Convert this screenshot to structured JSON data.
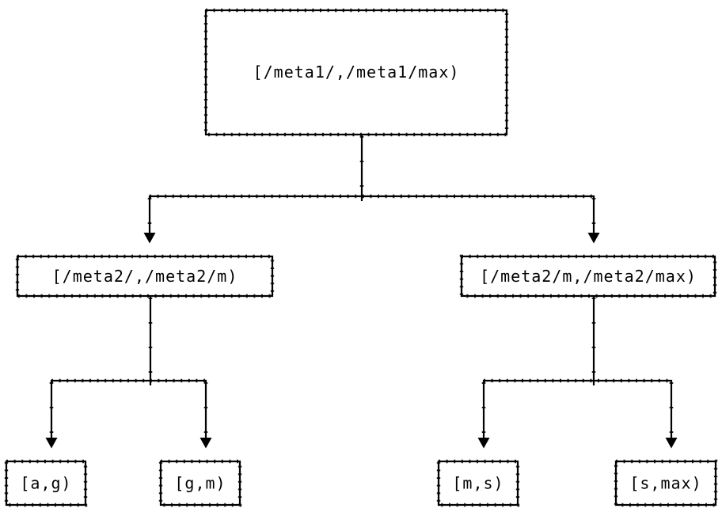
{
  "diagram": {
    "colors": {
      "background": "#ffffff",
      "stroke": "#000000",
      "text": "#000000"
    },
    "root": {
      "label": "[/meta1/,/meta1/max)",
      "children": [
        {
          "label": "[/meta2/,/meta2/m)",
          "children": [
            {
              "label": "[a,g)"
            },
            {
              "label": "[g,m)"
            }
          ]
        },
        {
          "label": "[/meta2/m,/meta2/max)",
          "children": [
            {
              "label": "[m,s)"
            },
            {
              "label": "[s,max)"
            }
          ]
        }
      ]
    }
  }
}
